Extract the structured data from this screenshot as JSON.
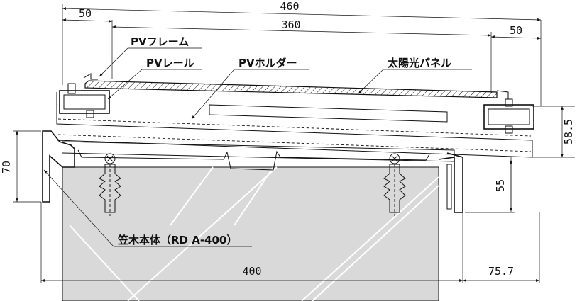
{
  "dimensions": {
    "total_width": "460",
    "left_margin": "50",
    "panel_span": "360",
    "right_margin": "50",
    "height_right": "58.5",
    "height_left": "70",
    "height_inner": "55",
    "base_width": "400",
    "overhang": "75.7"
  },
  "labels": {
    "pv_frame": "PVフレーム",
    "pv_rail": "PVレール",
    "pv_holder": "PVホルダー",
    "solar_panel": "太陽光パネル",
    "coping_body": "笠木本体（RD A-400）"
  },
  "colors": {
    "body_fill": "#d9d9d9",
    "panel_fill": "#ffffff",
    "line": "#111111"
  }
}
